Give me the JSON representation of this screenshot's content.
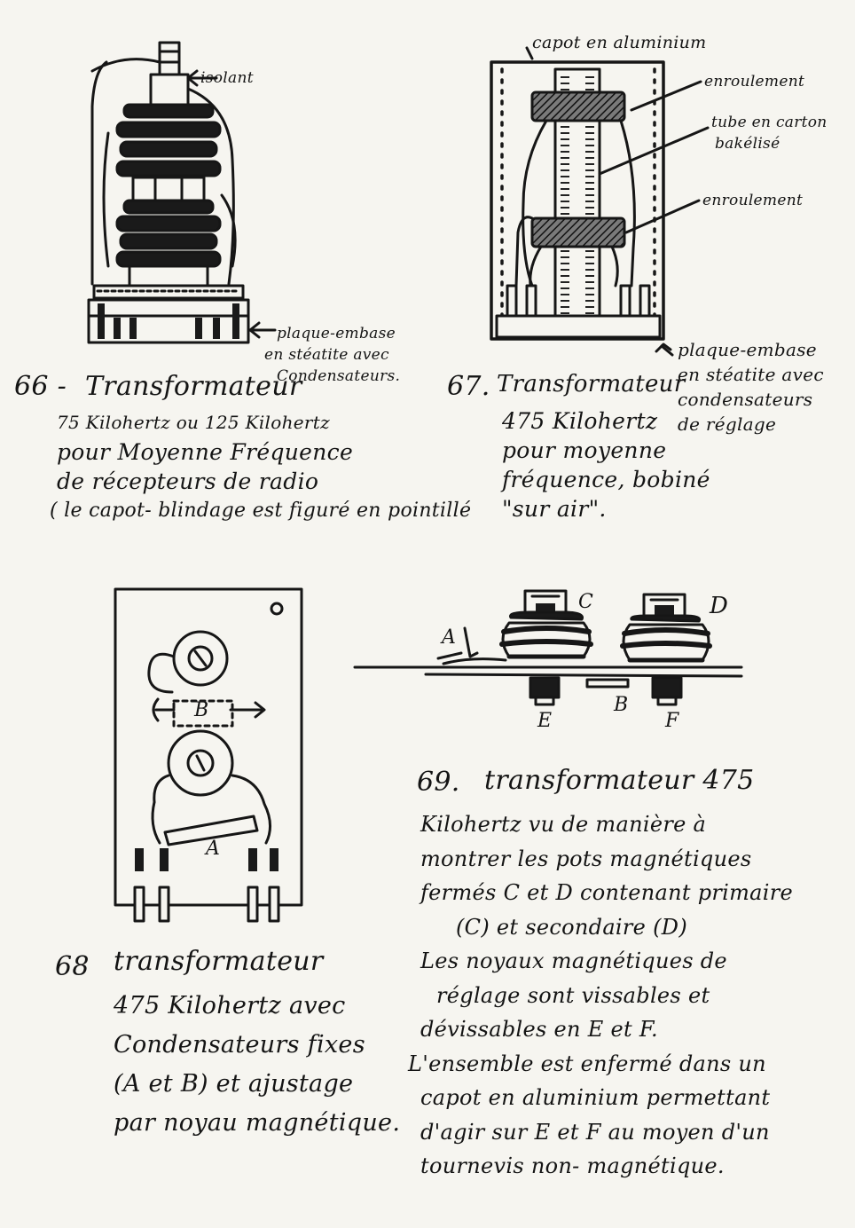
{
  "fig66": {
    "labels": {
      "isolant": "isolant",
      "plaque": [
        "plaque-embase",
        "en stéatite avec",
        "Condensateurs."
      ]
    },
    "number": "66 -",
    "title": "Transformateur",
    "caption": [
      "75 Kilohertz ou 125 Kilohertz",
      "pour Moyenne Fréquence",
      "de récepteurs de radio",
      "( le capot- blindage est figuré en pointillé"
    ]
  },
  "fig67": {
    "labels": {
      "capot": "capot en aluminium",
      "enroulement_top": "enroulement",
      "tube": [
        "tube en carton",
        "bakélisé"
      ],
      "enroulement_bottom": "enroulement",
      "plaque": [
        "plaque-embase",
        "en stéatite avec",
        "condensateurs",
        "de réglage"
      ]
    },
    "number": "67.",
    "title": "Transformateur",
    "caption": [
      "475 Kilohertz",
      "pour moyenne",
      "fréquence, bobiné",
      "\"sur air\"."
    ]
  },
  "fig68": {
    "labels": {
      "A": "A",
      "B": "B"
    },
    "number": "68",
    "title": "transformateur",
    "caption": [
      "475 Kilohertz avec",
      "Condensateurs fixes",
      "(A et B) et ajustage",
      "par noyau magnétique."
    ]
  },
  "fig69": {
    "labels": {
      "A": "A",
      "B": "B",
      "C": "C",
      "D": "D",
      "E": "E",
      "F": "F"
    },
    "number": "69.",
    "title": "transformateur 475",
    "caption": [
      "Kilohertz vu de manière à",
      "montrer les pots magnétiques",
      "fermés C et D contenant primaire",
      "(C) et secondaire (D)",
      "Les noyaux magnétiques de",
      "réglage sont vissables et",
      "dévissables en E et F.",
      "L'ensemble est enfermé dans un",
      "capot en aluminium permettant",
      "d'agir sur E et F au moyen d'un",
      "tournevis non- magnétique."
    ]
  }
}
